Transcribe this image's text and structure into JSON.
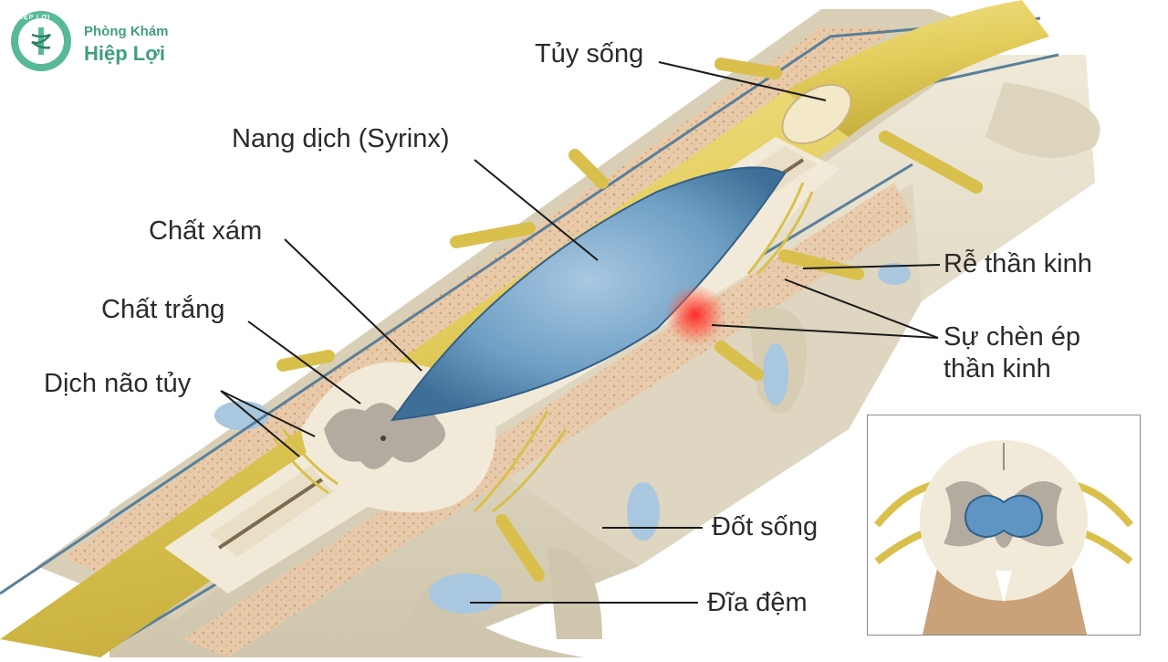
{
  "logo": {
    "line1": "Phòng Khám",
    "line2": "Hiệp Lợi",
    "seal_text": "HIỆP LỢI"
  },
  "labels": {
    "spinal_cord": "Tủy sống",
    "syrinx": "Nang dịch (Syrinx)",
    "gray_matter": "Chất xám",
    "white_matter": "Chất trắng",
    "csf": "Dịch não tủy",
    "nerve_root": "Rễ thần kinh",
    "compression_line1": "Sự chèn ép",
    "compression_line2": "thần kinh",
    "vertebra": "Đốt sống",
    "disc": "Đĩa đệm"
  },
  "colors": {
    "brand": "#58b99a",
    "cord_yellow": "#e3cd5c",
    "syrinx_blue": "#6f9fc4",
    "bone": "#e3dcc9",
    "bone_marrow": "#eac9a8",
    "gray_matter": "#b3aaa0",
    "white_matter": "#f2ead8",
    "compression_red": "#ee2a2a",
    "disc_blue": "#a9c7de",
    "inset_tissue": "#c9a27a"
  }
}
